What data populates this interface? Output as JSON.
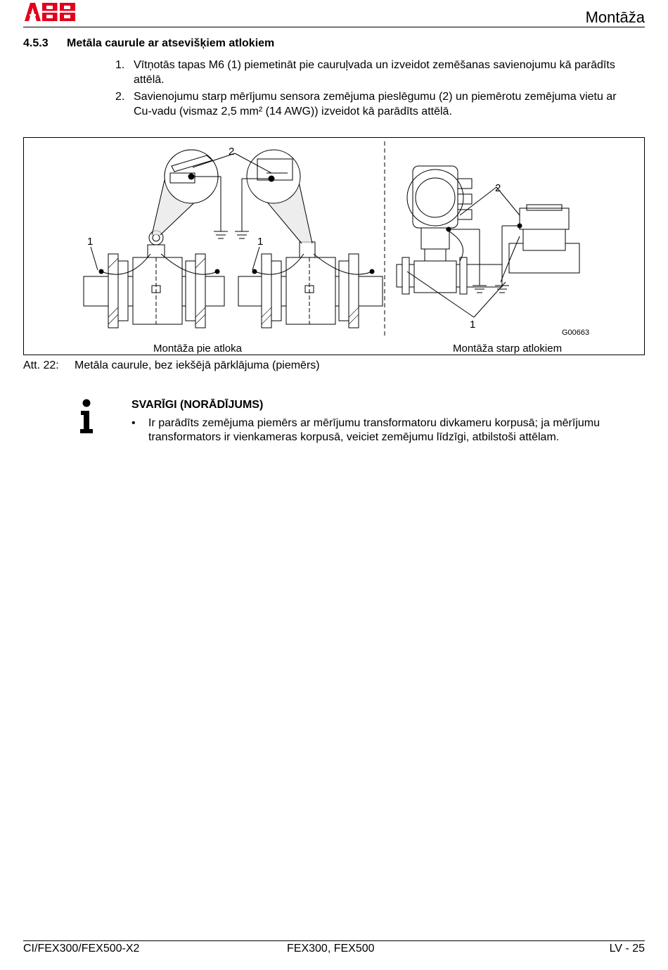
{
  "header": {
    "logo": "ABB",
    "title": "Montāža"
  },
  "section": {
    "number": "4.5.3",
    "title": "Metāla caurule ar atsevišķiem atlokiem"
  },
  "steps": [
    {
      "n": "1.",
      "text": "Vītņotās tapas M6 (1) piemetināt pie cauruļvada un izveidot zemēšanas savienojumu kā parādīts attēlā."
    },
    {
      "n": "2.",
      "text": "Savienojumu starp mērījumu sensora zemējuma pieslēgumu (2) un piemērotu zemējuma vietu ar Cu-vadu (vismaz 2,5 mm² (14 AWG)) izveidot kā parādīts attēlā."
    }
  ],
  "figure": {
    "label_2_left": "2",
    "label_1_a": "1",
    "label_1_b": "1",
    "label_2_right": "2",
    "label_1_right": "1",
    "code": "G00663",
    "caption_left": "Montāža pie atloka",
    "caption_right": "Montāža starp atlokiem"
  },
  "caption": {
    "number": "Att. 22:",
    "text": "Metāla caurule, bez iekšējā pārklājuma (piemērs)"
  },
  "note": {
    "title": "SVARĪGI (NORĀDĪJUMS)",
    "bullet": "•",
    "text": "Ir parādīts zemējuma piemērs ar mērījumu transformatoru divkameru korpusā; ja mērījumu transformators ir vienkameras korpusā, veiciet zemējumu līdzīgi, atbilstoši attēlam."
  },
  "footer": {
    "left": "CI/FEX300/FEX500-X2",
    "center": "FEX300, FEX500",
    "right": "LV - 25"
  },
  "colors": {
    "logo": "#e2001a"
  }
}
